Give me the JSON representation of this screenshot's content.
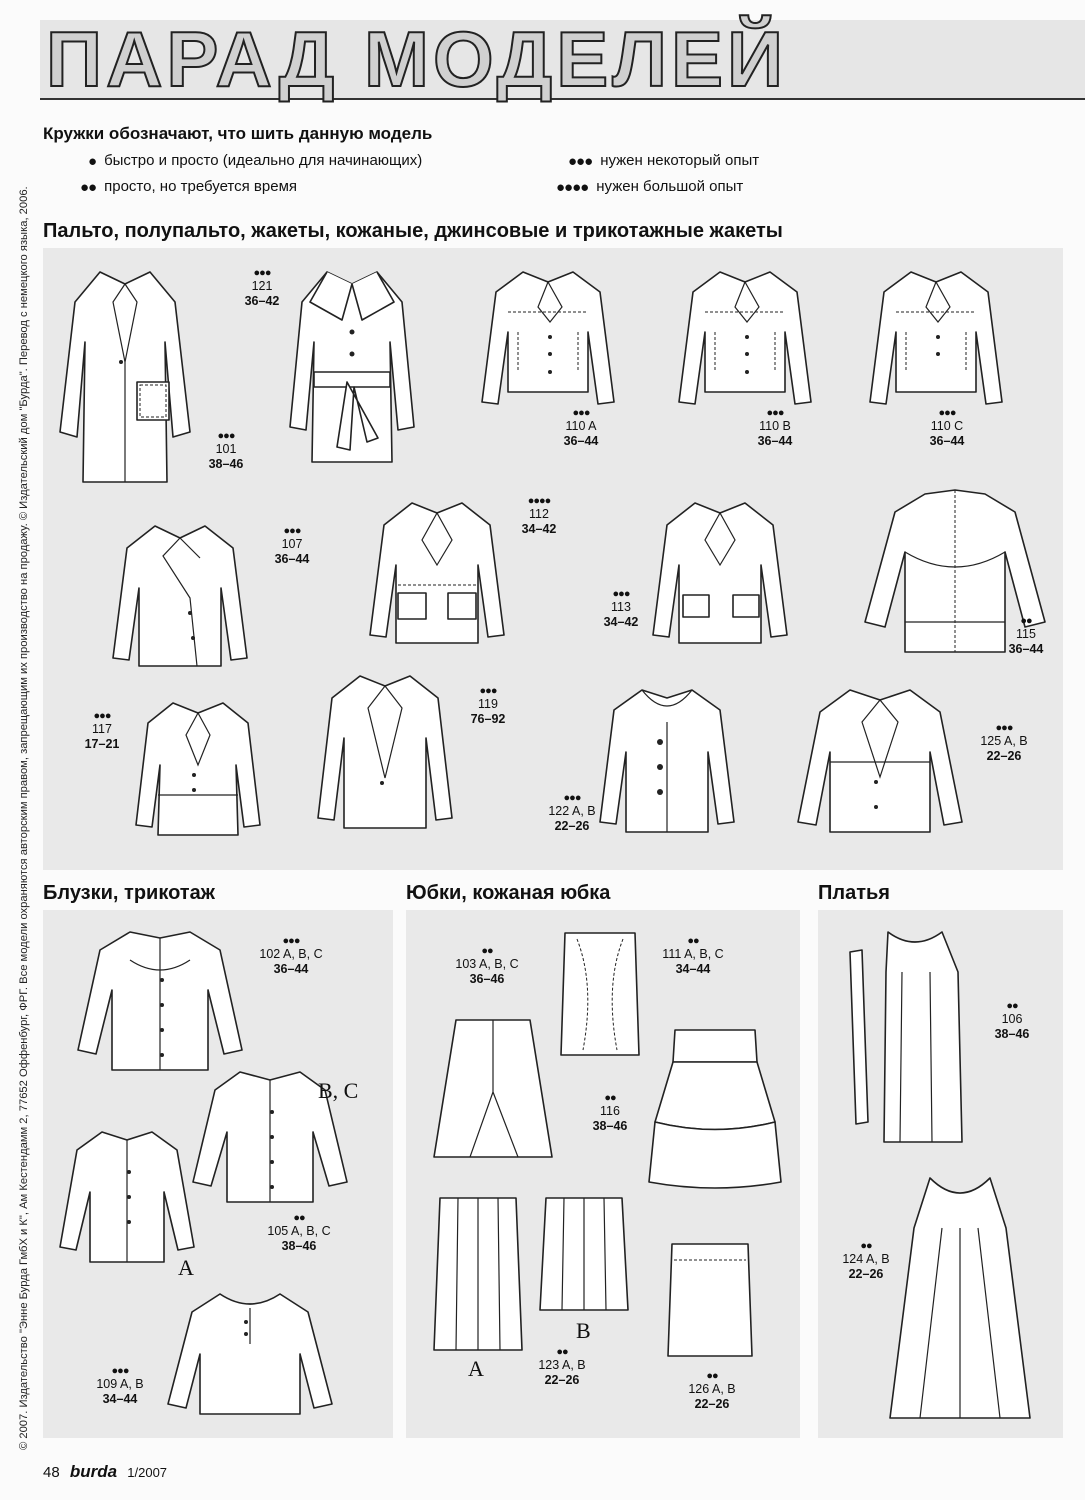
{
  "page_title": "ПАРАД МОДЕЛЕЙ",
  "copyright": "© 2007. Издательство \"Энне Бурда ГмбХ и К\", Ам Кестендамм 2, 77652 Оффенбург, ФРГ. Все модели охраняются авторским правом, запрещающим их производство на продажу. © Издательский дом \"Бурда\". Перевод с немецкого языка, 2006.",
  "legend": {
    "title": "Кружки обозначают, что шить данную модель",
    "items": [
      {
        "dots": "●",
        "text": "быстро и просто (идеально для начинающих)"
      },
      {
        "dots": "●●",
        "text": "просто, но требуется время"
      },
      {
        "dots": "●●●",
        "text": "нужен некоторый опыт"
      },
      {
        "dots": "●●●●",
        "text": "нужен большой опыт"
      }
    ]
  },
  "sections": {
    "coats": "Пальто, полупальто, жакеты, кожаные, джинсовые и трикотажные жакеты",
    "blouses": "Блузки, трикотаж",
    "skirts": "Юбки, кожаная юбка",
    "dresses": "Платья"
  },
  "models": {
    "m121": {
      "dots": "●●●",
      "num": "121",
      "size": "36–42"
    },
    "m101": {
      "dots": "●●●",
      "num": "101",
      "size": "38–46"
    },
    "m110a": {
      "dots": "●●●",
      "num": "110 A",
      "size": "36–44"
    },
    "m110b": {
      "dots": "●●●",
      "num": "110 B",
      "size": "36–44"
    },
    "m110c": {
      "dots": "●●●",
      "num": "110 C",
      "size": "36–44"
    },
    "m107": {
      "dots": "●●●",
      "num": "107",
      "size": "36–44"
    },
    "m112": {
      "dots": "●●●●",
      "num": "112",
      "size": "34–42"
    },
    "m113": {
      "dots": "●●●",
      "num": "113",
      "size": "34–42"
    },
    "m115": {
      "dots": "●●",
      "num": "115",
      "size": "36–44"
    },
    "m117": {
      "dots": "●●●",
      "num": "117",
      "size": "17–21"
    },
    "m119": {
      "dots": "●●●",
      "num": "119",
      "size": "76–92"
    },
    "m122": {
      "dots": "●●●",
      "num": "122 A, B",
      "size": "22–26"
    },
    "m125": {
      "dots": "●●●",
      "num": "125 A, B",
      "size": "22–26"
    },
    "m102": {
      "dots": "●●●",
      "num": "102 A, B, C",
      "size": "36–44"
    },
    "m105": {
      "dots": "●●",
      "num": "105 A, B, C",
      "size": "38–46"
    },
    "m109": {
      "dots": "●●●",
      "num": "109 A, B",
      "size": "34–44"
    },
    "m103": {
      "dots": "●●",
      "num": "103 A, B, C",
      "size": "36–46"
    },
    "m111": {
      "dots": "●●",
      "num": "111 A, B, C",
      "size": "34–44"
    },
    "m116": {
      "dots": "●●",
      "num": "116",
      "size": "38–46"
    },
    "m123": {
      "dots": "●●",
      "num": "123 A, B",
      "size": "22–26"
    },
    "m126": {
      "dots": "●●",
      "num": "126 A, B",
      "size": "22–26"
    },
    "m106": {
      "dots": "●●",
      "num": "106",
      "size": "38–46"
    },
    "m124": {
      "dots": "●●",
      "num": "124 A, B",
      "size": "22–26"
    }
  },
  "variant_labels": {
    "bc": "B, C",
    "a_blouse": "A",
    "a_skirt": "A",
    "b_skirt": "B"
  },
  "footer": {
    "page": "48",
    "brand": "burda",
    "issue": "1/2007"
  }
}
